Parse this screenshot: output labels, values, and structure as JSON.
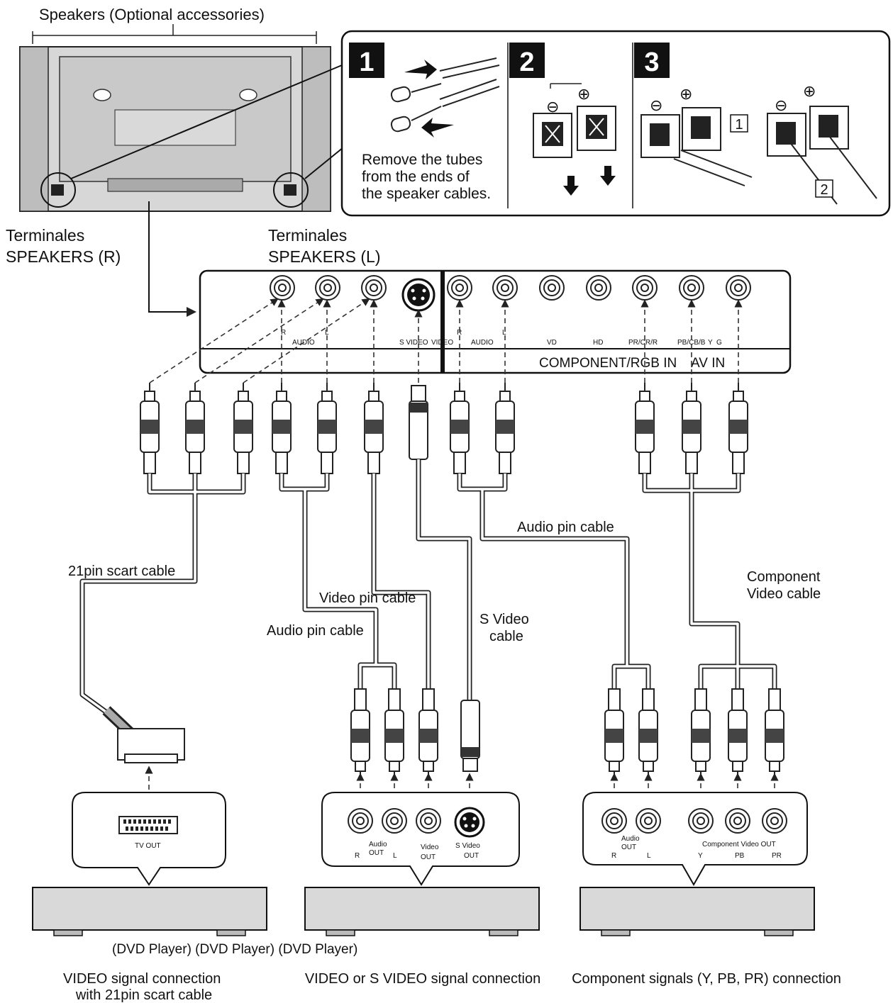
{
  "top": {
    "speakers_label": "Speakers (Optional accessories)",
    "terminal_r": [
      "Terminales",
      "SPEAKERS (R)"
    ],
    "terminal_l": [
      "Terminales",
      "SPEAKERS (L)"
    ]
  },
  "steps": {
    "step1_num": "1",
    "step2_num": "2",
    "step3_num": "3",
    "step1_text": [
      "Remove the tubes",
      "from the ends of",
      "the speaker cables."
    ],
    "minus": "⊖",
    "plus": "⊕",
    "box1": "1",
    "box2": "2"
  },
  "panel": {
    "audio_r": "R",
    "audio_l": "L",
    "audio": "AUDIO",
    "svideo": "S VIDEO",
    "video": "VIDEO",
    "audio2": "AUDIO",
    "r2": "R",
    "l2": "L",
    "vd": "VD",
    "hd": "HD",
    "pr": "PR/CR/R",
    "pb": "PB/CB/B",
    "y": "Y",
    "g": "G",
    "title": "COMPONENT/RGB IN",
    "av_in": "AV  IN"
  },
  "cables": {
    "scart": "21pin scart cable",
    "audio_pin_1": "Audio pin cable",
    "video_pin": "Video pin cable",
    "svideo": [
      "S Video",
      "cable"
    ],
    "audio_pin_2": "Audio pin cable",
    "component": [
      "Component",
      "Video cable"
    ]
  },
  "devices": {
    "tv_out": "TV OUT",
    "left_r": "R",
    "audio_out": [
      "Audio",
      "OUT"
    ],
    "left_l": "L",
    "video_out": [
      "Video",
      "OUT"
    ],
    "svideo_out": [
      "S Video",
      "OUT"
    ],
    "audio_out2": [
      "Audio",
      "OUT"
    ],
    "r3": "R",
    "l3": "L",
    "component_out": "Component Video OUT",
    "cy": "Y",
    "cpb": "PB",
    "cpr": "PR",
    "dvd_labels": "(DVD Player) (DVD Player) (DVD Player)"
  },
  "captions": {
    "c1": [
      "VIDEO signal connection",
      "with 21pin scart cable"
    ],
    "c2": "VIDEO or S VIDEO signal connection",
    "c3": "Component signals (Y, PB, PR) connection"
  }
}
